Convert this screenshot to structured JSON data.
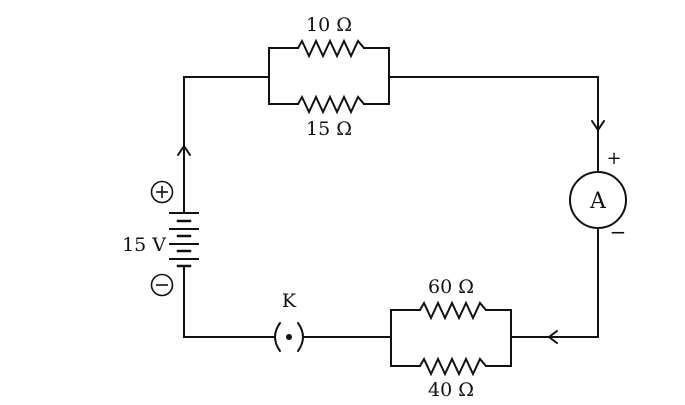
{
  "diagram": {
    "type": "electric circuit",
    "colors": {
      "ink": "#111111",
      "background": "#ffffff"
    },
    "battery": {
      "label": "15 V",
      "positive_symbol": "+",
      "negative_symbol": "−"
    },
    "top_parallel": {
      "upper_resistor": {
        "label": "10 Ω"
      },
      "lower_resistor": {
        "label": "15 Ω"
      }
    },
    "bottom_parallel": {
      "upper_resistor": {
        "label": "60 Ω"
      },
      "lower_resistor": {
        "label": "40 Ω"
      }
    },
    "ammeter": {
      "label": "A",
      "positive_terminal": "+",
      "negative_terminal": "−"
    },
    "key": {
      "label": "K",
      "state": "closed"
    },
    "current_direction": [
      "up-left-wire",
      "down-right-wire",
      "left-bottom-wire"
    ]
  }
}
